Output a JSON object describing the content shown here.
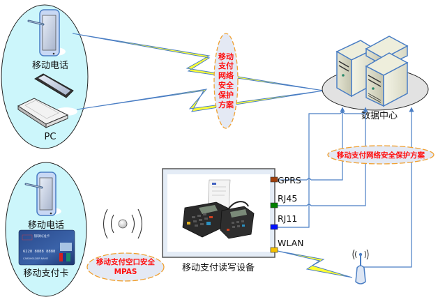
{
  "colors": {
    "client_ellipse": "#ccf6fb",
    "link_line": "#4a7ec4",
    "bolt_fill": "#ffff33",
    "callout_fill": "#e4e9f4",
    "callout_border": "#f0a030",
    "callout_text": "#ff1010",
    "port_gprs": "#a0400c",
    "port_rj45": "#008000",
    "port_rj11": "#0010ff",
    "port_wlan": "#f4c000"
  },
  "top_group": {
    "phone_label": "移动电话",
    "pc_label": "PC"
  },
  "bottom_group": {
    "phone_label": "移动电话",
    "card_label": "移动支付卡",
    "card": {
      "bank_title": "银联标准卡",
      "number": "6228 8888 8888",
      "holder": "CARDHOLDER NAME",
      "brand": "UnionPay"
    }
  },
  "callouts": {
    "top_vertical": [
      "移动",
      "支付",
      "网络",
      "安全",
      "保护",
      "方案"
    ],
    "right": "移动支付网络安全保护方案",
    "air": {
      "line1": "移动支付空口安全",
      "line2": "MPAS"
    }
  },
  "datacenter": {
    "label": "数据中心"
  },
  "device": {
    "label": "移动支付读写设备",
    "ports": [
      {
        "name": "GPRS"
      },
      {
        "name": "RJ45"
      },
      {
        "name": "RJ11"
      },
      {
        "name": "WLAN"
      }
    ]
  }
}
